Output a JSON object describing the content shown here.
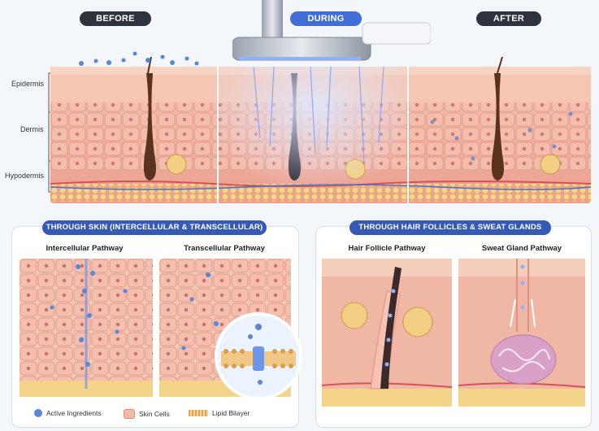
{
  "stages": {
    "before": "BEFORE",
    "during": "DURING",
    "after": "AFTER"
  },
  "layers": {
    "epidermis": "Epidermis",
    "dermis": "Dermis",
    "hypodermis": "Hypodermis"
  },
  "skin_section": {
    "banner": "THROUGH SKIN (INTERCELLULAR & TRANSCELLULAR)",
    "left_title": "Intercellular Pathway",
    "right_title": "Transcellular Pathway"
  },
  "follicle_section": {
    "banner": "THROUGH HAIR FOLLICLES & SWEAT GLANDS",
    "left_title": "Hair Follicle Pathway",
    "right_title": "Sweat Gland Pathway"
  },
  "legend": {
    "active": "Active Ingredients",
    "cells": "Skin Cells",
    "lipid": "Lipid Bilayer"
  },
  "colors": {
    "dark_pill": "#2f3340",
    "blue_pill": "#3f6ed8",
    "banner": "#3559b5",
    "skin": "#f2b8a8",
    "fat": "#f3d48a",
    "ingredient": "#5b86d6"
  }
}
